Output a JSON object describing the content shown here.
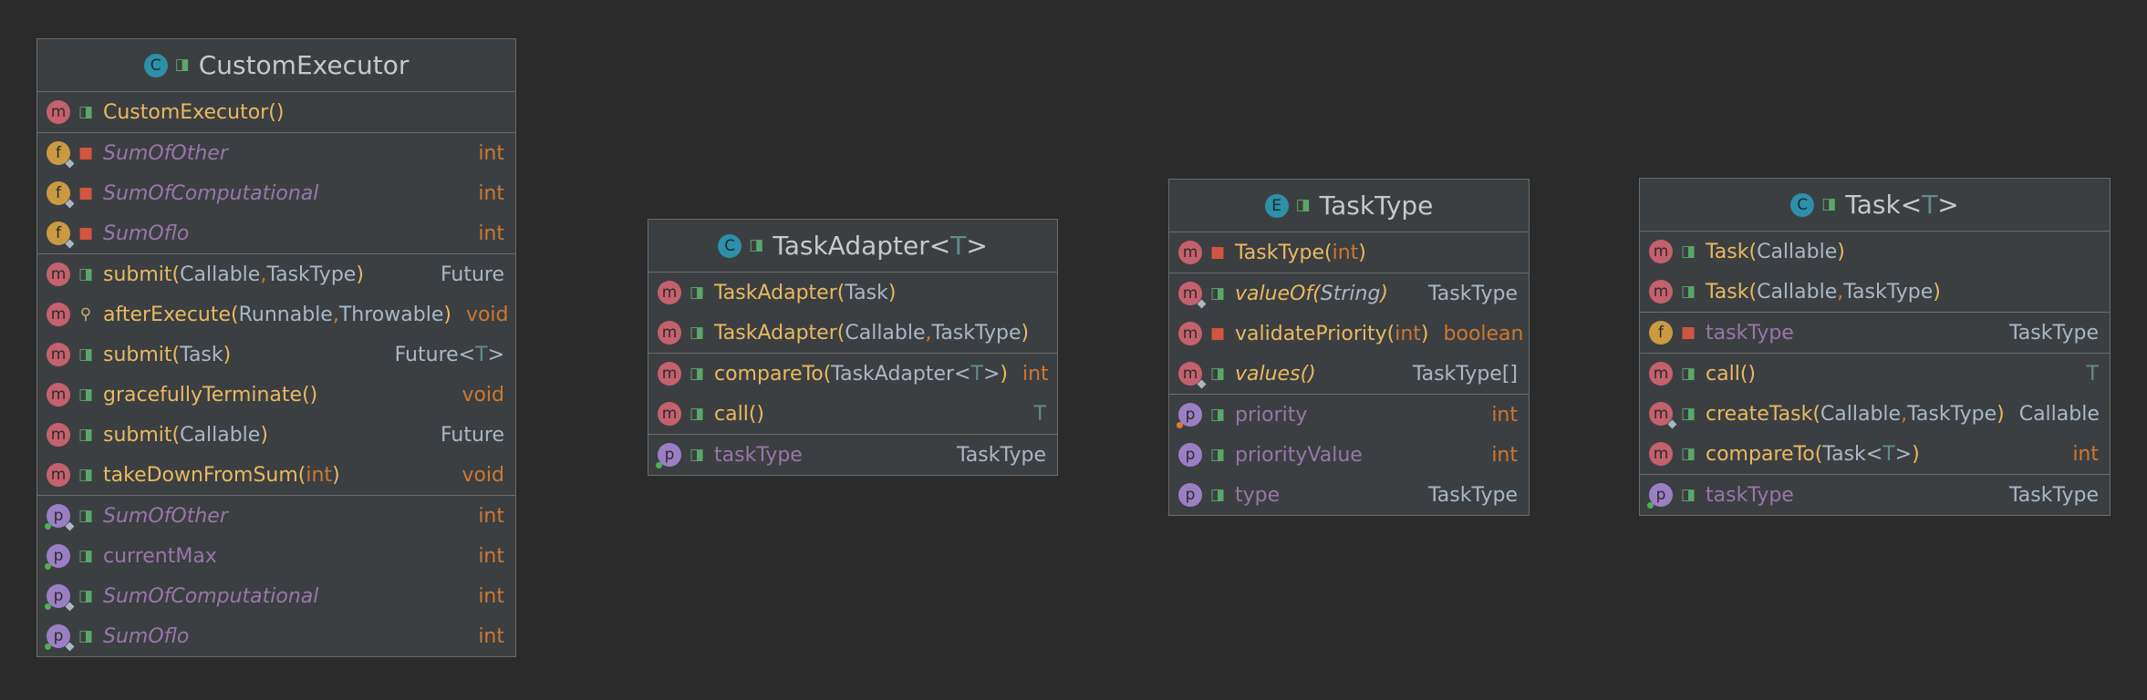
{
  "boxes": [
    {
      "id": "custom-executor",
      "title": "CustomExecutor",
      "kind_icon": "C",
      "sections": [
        [
          {
            "icon": "m",
            "vis": "public",
            "name": "CustomExecutor",
            "params": "()",
            "ret": ""
          }
        ],
        [
          {
            "icon": "f",
            "vis": "private",
            "name": "SumOfOther",
            "italic": true,
            "ret": "int",
            "ret_style": "kw",
            "pin": true
          },
          {
            "icon": "f",
            "vis": "private",
            "name": "SumOfComputational",
            "italic": true,
            "ret": "int",
            "ret_style": "kw",
            "pin": true
          },
          {
            "icon": "f",
            "vis": "private",
            "name": "SumOflo",
            "italic": true,
            "ret": "int",
            "ret_style": "kw",
            "pin": true
          }
        ],
        [
          {
            "icon": "m",
            "vis": "public",
            "name": "submit",
            "args": [
              "Callable",
              "TaskType"
            ],
            "ret": "Future"
          },
          {
            "icon": "m",
            "vis": "protected",
            "name": "afterExecute",
            "args": [
              "Runnable",
              "Throwable"
            ],
            "ret": "void",
            "ret_style": "kw"
          },
          {
            "icon": "m",
            "vis": "public",
            "name": "submit",
            "args": [
              "Task"
            ],
            "ret": "Future<T>",
            "ret_generic": true
          },
          {
            "icon": "m",
            "vis": "public",
            "name": "gracefullyTerminate",
            "params": "()",
            "ret": "void",
            "ret_style": "kw"
          },
          {
            "icon": "m",
            "vis": "public",
            "name": "submit",
            "args": [
              "Callable"
            ],
            "ret": "Future"
          },
          {
            "icon": "m",
            "vis": "public",
            "name": "takeDownFromSum",
            "args": [
              "int"
            ],
            "args_kw": true,
            "ret": "void",
            "ret_style": "kw"
          }
        ],
        [
          {
            "icon": "p",
            "vis": "public",
            "name": "SumOfOther",
            "italic": true,
            "ret": "int",
            "ret_style": "kw",
            "dot": "green",
            "pin": true
          },
          {
            "icon": "p",
            "vis": "public",
            "name": "currentMax",
            "ret": "int",
            "ret_style": "kw",
            "dot": "green"
          },
          {
            "icon": "p",
            "vis": "public",
            "name": "SumOfComputational",
            "italic": true,
            "ret": "int",
            "ret_style": "kw",
            "dot": "green",
            "pin": true
          },
          {
            "icon": "p",
            "vis": "public",
            "name": "SumOflo",
            "italic": true,
            "ret": "int",
            "ret_style": "kw",
            "dot": "green",
            "pin": true
          }
        ]
      ]
    },
    {
      "id": "task-adapter",
      "title": "TaskAdapter",
      "title_generic": "T",
      "kind_icon": "C",
      "sections": [
        [
          {
            "icon": "m",
            "vis": "public",
            "name": "TaskAdapter",
            "args": [
              "Task"
            ],
            "ret": ""
          },
          {
            "icon": "m",
            "vis": "public",
            "name": "TaskAdapter",
            "args": [
              "Callable",
              "TaskType"
            ],
            "ret": ""
          }
        ],
        [
          {
            "icon": "m",
            "vis": "public",
            "name": "compareTo",
            "args": [
              "TaskAdapter<T>"
            ],
            "ret": "int",
            "ret_style": "kw"
          },
          {
            "icon": "m",
            "vis": "public",
            "name": "call",
            "params": "()",
            "ret": "T",
            "ret_style": "t"
          }
        ],
        [
          {
            "icon": "p",
            "vis": "public",
            "name": "taskType",
            "ret": "TaskType",
            "dot": "green"
          }
        ]
      ]
    },
    {
      "id": "task-type",
      "title": "TaskType",
      "kind_icon": "E",
      "sections": [
        [
          {
            "icon": "m",
            "vis": "private",
            "name": "TaskType",
            "args": [
              "int"
            ],
            "args_kw": true,
            "ret": ""
          }
        ],
        [
          {
            "icon": "m",
            "vis": "public",
            "name": "valueOf",
            "italic": true,
            "args": [
              "String"
            ],
            "args_italic": true,
            "ret": "TaskType",
            "pin": true
          },
          {
            "icon": "m",
            "vis": "private",
            "name": "validatePriority",
            "args": [
              "int"
            ],
            "args_kw": true,
            "ret": "boolean",
            "ret_style": "kw"
          },
          {
            "icon": "m",
            "vis": "public",
            "name": "values",
            "italic": true,
            "params": "()",
            "ret": "TaskType[]",
            "pin": true
          }
        ],
        [
          {
            "icon": "p",
            "vis": "public",
            "name": "priority",
            "ret": "int",
            "ret_style": "kw",
            "dot": "orange"
          },
          {
            "icon": "p",
            "vis": "public",
            "name": "priorityValue",
            "ret": "int",
            "ret_style": "kw"
          },
          {
            "icon": "p",
            "vis": "public",
            "name": "type",
            "ret": "TaskType"
          }
        ]
      ]
    },
    {
      "id": "task",
      "title": "Task",
      "title_generic": "T",
      "kind_icon": "C",
      "sections": [
        [
          {
            "icon": "m",
            "vis": "public",
            "name": "Task",
            "args": [
              "Callable"
            ],
            "ret": ""
          },
          {
            "icon": "m",
            "vis": "public",
            "name": "Task",
            "args": [
              "Callable",
              "TaskType"
            ],
            "ret": ""
          }
        ],
        [
          {
            "icon": "f",
            "vis": "private",
            "name": "taskType",
            "ret": "TaskType"
          }
        ],
        [
          {
            "icon": "m",
            "vis": "public",
            "name": "call",
            "params": "()",
            "ret": "T",
            "ret_style": "t"
          },
          {
            "icon": "m",
            "vis": "public",
            "name": "createTask",
            "args": [
              "Callable",
              "TaskType"
            ],
            "ret": "Callable",
            "pin": true
          },
          {
            "icon": "m",
            "vis": "public",
            "name": "compareTo",
            "args": [
              "Task<T>"
            ],
            "ret": "int",
            "ret_style": "kw"
          }
        ],
        [
          {
            "icon": "p",
            "vis": "public",
            "name": "taskType",
            "ret": "TaskType",
            "dot": "green"
          }
        ]
      ]
    }
  ]
}
